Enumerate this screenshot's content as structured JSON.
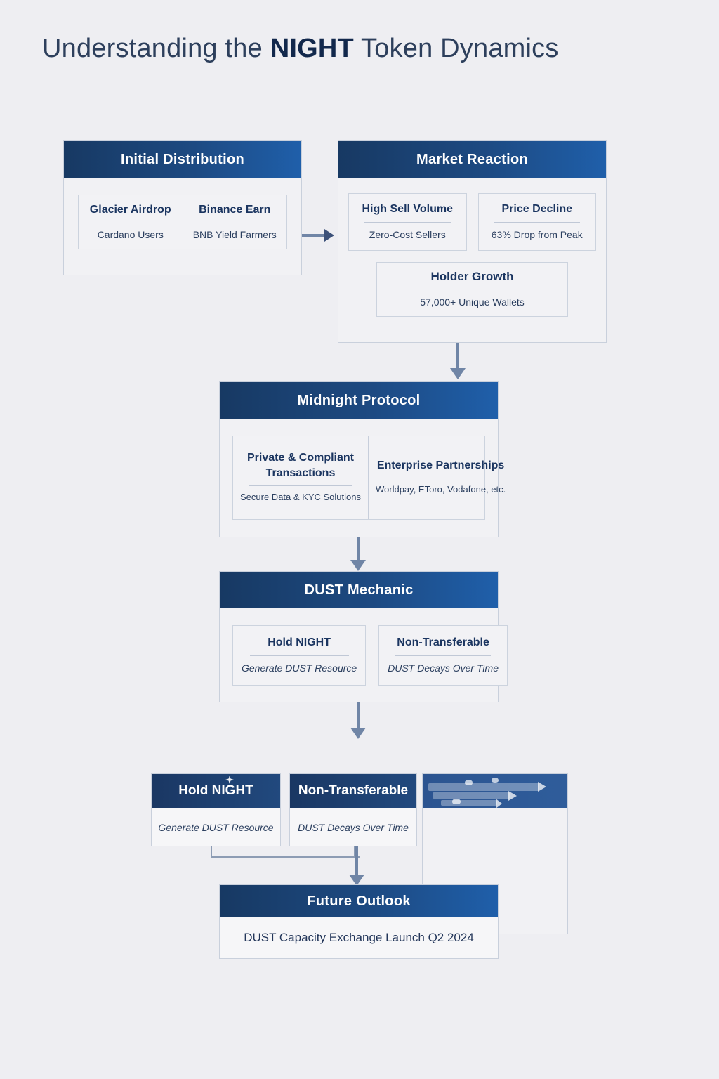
{
  "header": {
    "title_prefix": "Understanding the ",
    "title_strong": "NIGHT",
    "title_suffix": " Token Dynamics"
  },
  "colors": {
    "background": "#eeeef2",
    "header_gradient_start": "#173963",
    "header_gradient_end": "#1f5faa",
    "title_text": "#2d3f5c",
    "connector": "#7085a6",
    "card_border": "#ccd3de"
  },
  "stages": {
    "initial_distribution": {
      "title": "Initial Distribution",
      "cells": [
        {
          "title": "Glacier Airdrop",
          "sub": "Cardano Users"
        },
        {
          "title": "Binance Earn",
          "sub": "BNB Yield Farmers"
        }
      ]
    },
    "market_reaction": {
      "title": "Market Reaction",
      "cards_row1": [
        {
          "title": "High Sell Volume",
          "sub": "Zero-Cost Sellers"
        },
        {
          "title": "Price Decline",
          "sub": "63% Drop from Peak"
        }
      ],
      "cards_row2": [
        {
          "title": "Holder Growth",
          "sub": "57,000+ Unique Wallets"
        }
      ]
    },
    "midnight_protocol": {
      "title": "Midnight Protocol",
      "cells": [
        {
          "title": "Private & Compliant Transactions",
          "sub": "Secure Data & KYC Solutions"
        },
        {
          "title": "Enterprise Partnerships",
          "sub": "Worldpay, EToro, Vodafone, etc."
        }
      ]
    },
    "dust_mechanic": {
      "title": "DUST Mechanic",
      "cards": [
        {
          "title": "Hold NIGHT",
          "sub": "Generate DUST Resource"
        },
        {
          "title": "Non-Transferable",
          "sub": "DUST Decays Over Time"
        }
      ]
    },
    "artifact_row": {
      "cards": [
        {
          "title": "Hold NIGHT",
          "sub": "Generate DUST Resource"
        },
        {
          "title": "Non-Transferable",
          "sub": "DUST Decays Over Time"
        },
        {
          "title": "",
          "sub": ""
        }
      ]
    },
    "future_outlook": {
      "title": "Future Outlook",
      "sub": "DUST Capacity Exchange Launch Q2 2024"
    }
  }
}
